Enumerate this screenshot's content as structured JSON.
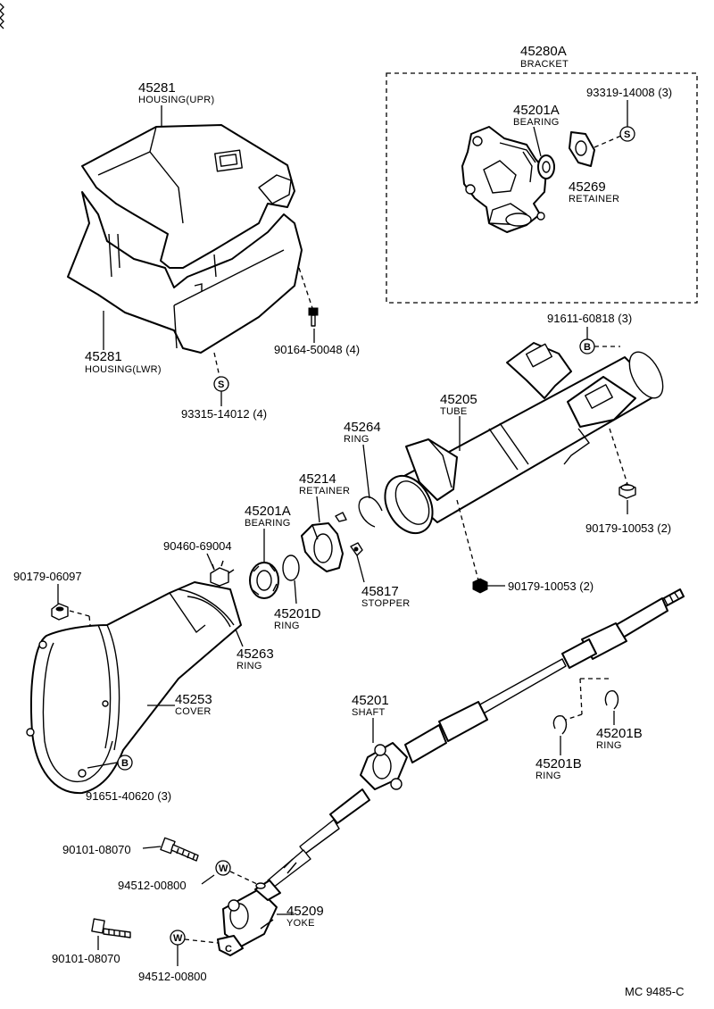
{
  "parts": {
    "bracket": {
      "number": "45280A",
      "name": "BRACKET"
    },
    "housing_upr": {
      "number": "45281",
      "name": "HOUSING(UPR)"
    },
    "housing_lwr": {
      "number": "45281",
      "name": "HOUSING(LWR)"
    },
    "bearing_upper": {
      "number": "45201A",
      "name": "BEARING"
    },
    "retainer_upper": {
      "number": "45269",
      "name": "RETAINER"
    },
    "screw_bracket": {
      "number": "93319-14008 (3)"
    },
    "bolt_housing": {
      "number": "90164-50048 (4)"
    },
    "screw_housing": {
      "number": "93315-14012 (4)"
    },
    "bolt_tube_top": {
      "number": "91611-60818 (3)"
    },
    "tube": {
      "number": "45205",
      "name": "TUBE"
    },
    "ring_45264": {
      "number": "45264",
      "name": "RING"
    },
    "retainer_45214": {
      "number": "45214",
      "name": "RETAINER"
    },
    "bearing_lower": {
      "number": "45201A",
      "name": "BEARING"
    },
    "nut_90460": {
      "number": "90460-69004"
    },
    "nut_tube_right": {
      "number": "90179-10053 (2)"
    },
    "nut_tube_lower": {
      "number": "90179-10053 (2)"
    },
    "stopper": {
      "number": "45817",
      "name": "STOPPER"
    },
    "ring_45201d": {
      "number": "45201D",
      "name": "RING"
    },
    "ring_45263": {
      "number": "45263",
      "name": "RING"
    },
    "nut_cover": {
      "number": "90179-06097"
    },
    "cover": {
      "number": "45253",
      "name": "COVER"
    },
    "bolt_cover": {
      "number": "91651-40620 (3)"
    },
    "shaft": {
      "number": "45201",
      "name": "SHAFT"
    },
    "ring_45201b_right": {
      "number": "45201B",
      "name": "RING"
    },
    "ring_45201b_left": {
      "number": "45201B",
      "name": "RING"
    },
    "bolt_yoke_upper": {
      "number": "90101-08070"
    },
    "washer_upper": {
      "number": "94512-00800"
    },
    "yoke": {
      "number": "45209",
      "name": "YOKE"
    },
    "bolt_yoke_lower": {
      "number": "90101-08070"
    },
    "washer_lower": {
      "number": "94512-00800"
    }
  },
  "symbols": {
    "s": "S",
    "b": "B",
    "w": "W"
  },
  "diagram_code": "MC  9485-C"
}
